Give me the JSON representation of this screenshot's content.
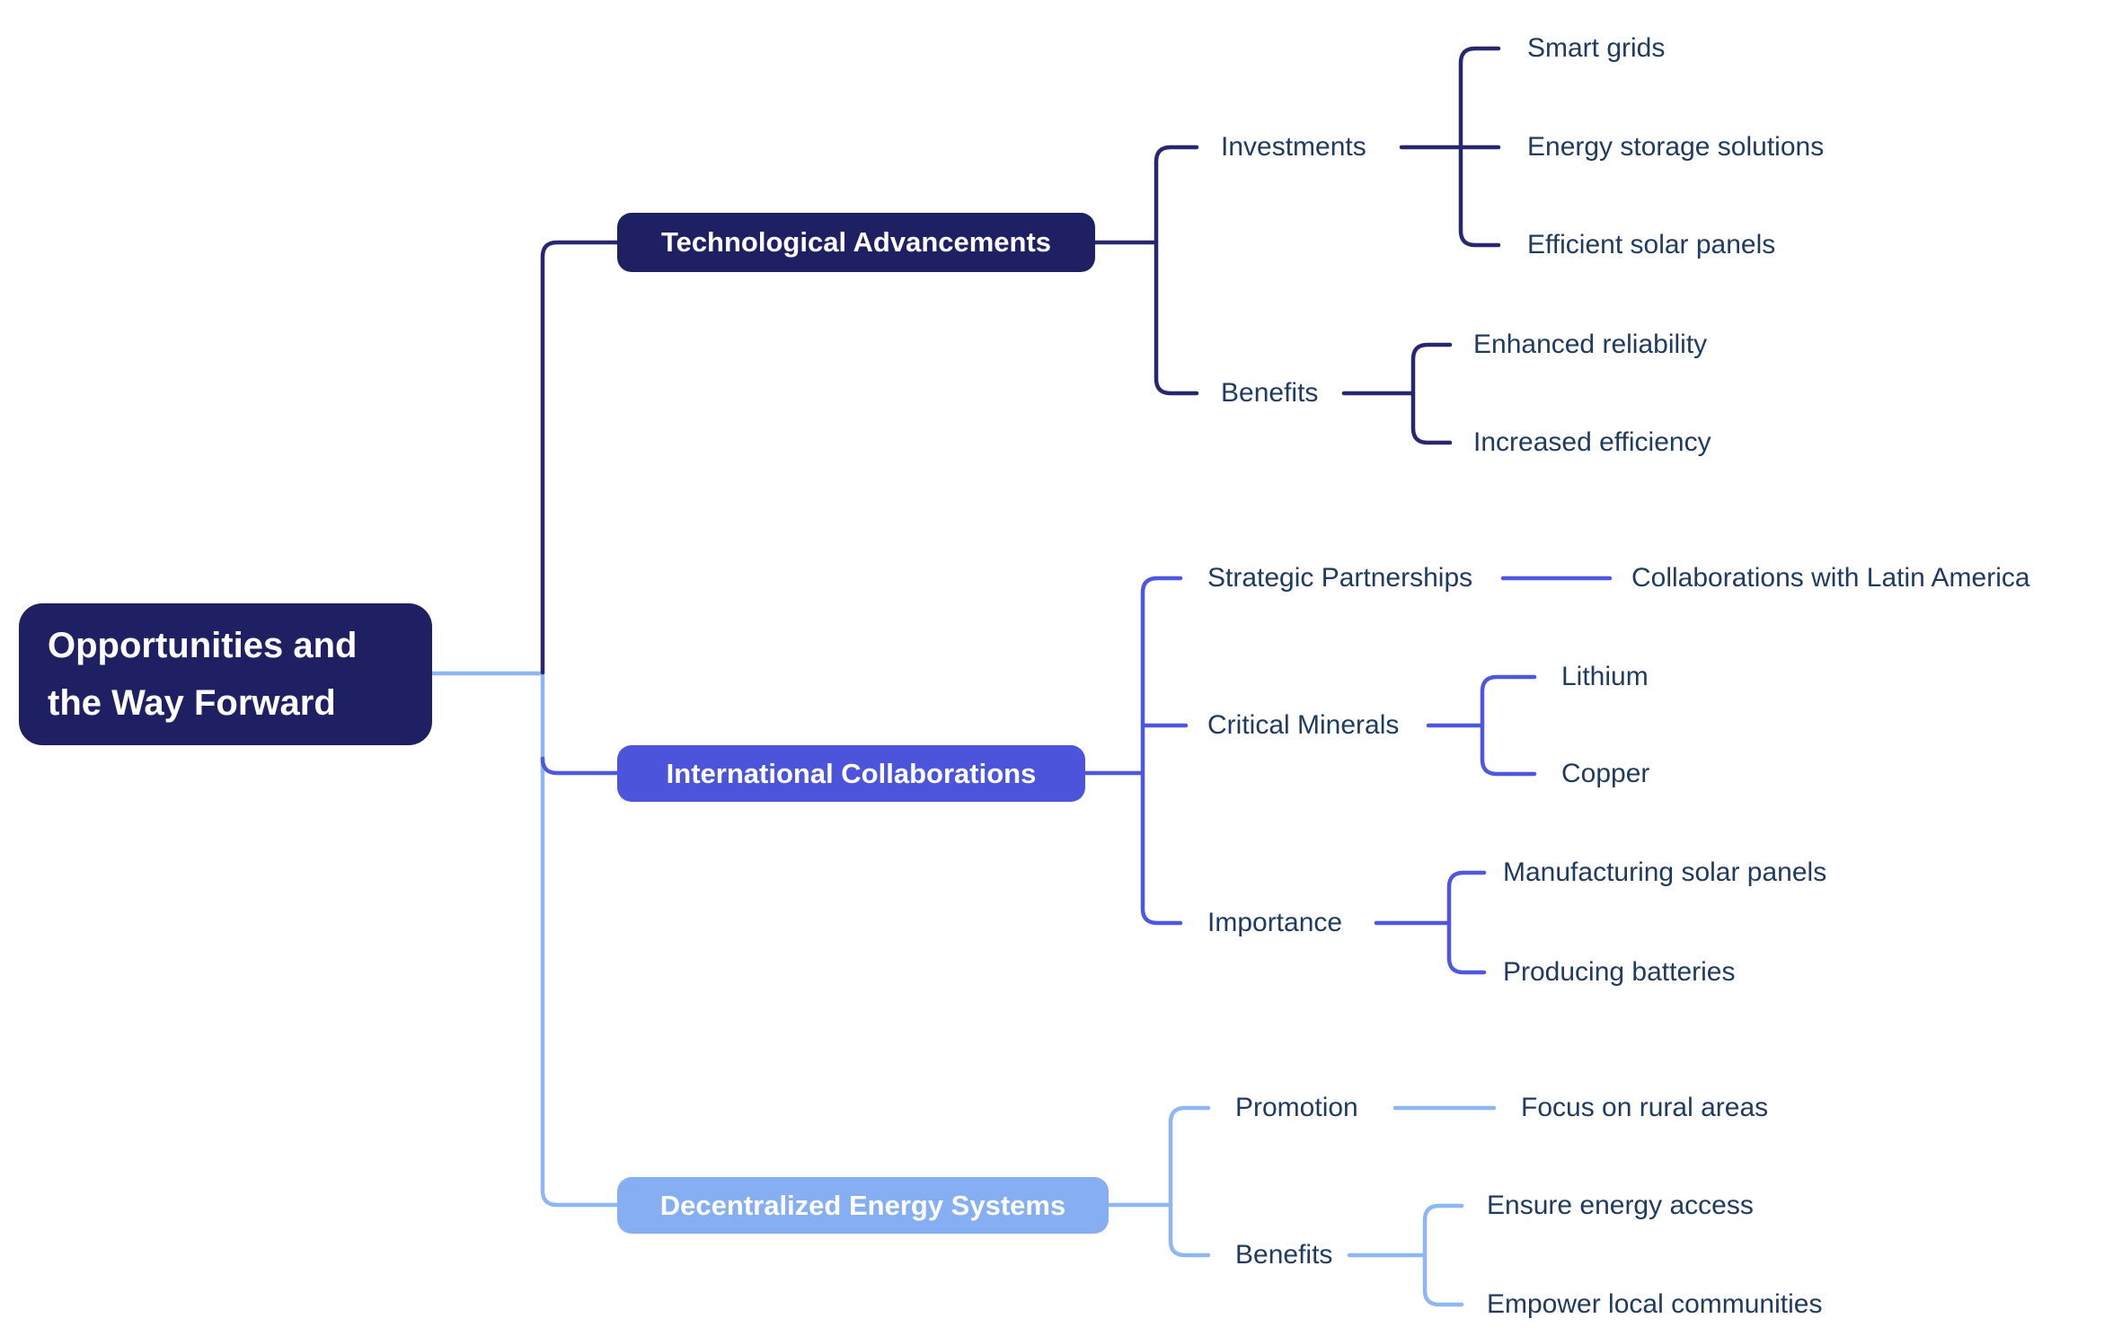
{
  "mindmap": {
    "root": {
      "label": "Opportunities and the Way Forward"
    },
    "branches": [
      {
        "label": "Technological Advancements",
        "children": [
          {
            "label": "Investments",
            "children": [
              "Smart grids",
              "Energy storage solutions",
              "Efficient solar panels"
            ]
          },
          {
            "label": "Benefits",
            "children": [
              "Enhanced reliability",
              "Increased efficiency"
            ]
          }
        ]
      },
      {
        "label": "International Collaborations",
        "children": [
          {
            "label": "Strategic Partnerships",
            "children": [
              "Collaborations with Latin America"
            ]
          },
          {
            "label": "Critical Minerals",
            "children": [
              "Lithium",
              "Copper"
            ]
          },
          {
            "label": "Importance",
            "children": [
              "Manufacturing solar panels",
              "Producing batteries"
            ]
          }
        ]
      },
      {
        "label": "Decentralized Energy Systems",
        "children": [
          {
            "label": "Promotion",
            "children": [
              "Focus on rural areas"
            ]
          },
          {
            "label": "Benefits",
            "children": [
              "Ensure energy access",
              "Empower local communities"
            ]
          }
        ]
      }
    ],
    "colors": {
      "root_node_bg": "#1f2064",
      "branch1_node_bg": "#1f2064",
      "branch2_node_bg": "#4c54db",
      "branch3_node_bg": "#85aef3",
      "branch1_line": "#28266e",
      "branch2_line": "#4f56e0",
      "branch3_line": "#8db6f5",
      "node_text": "#ffffff",
      "label_text": "#203a60",
      "background": "#ffffff"
    }
  }
}
